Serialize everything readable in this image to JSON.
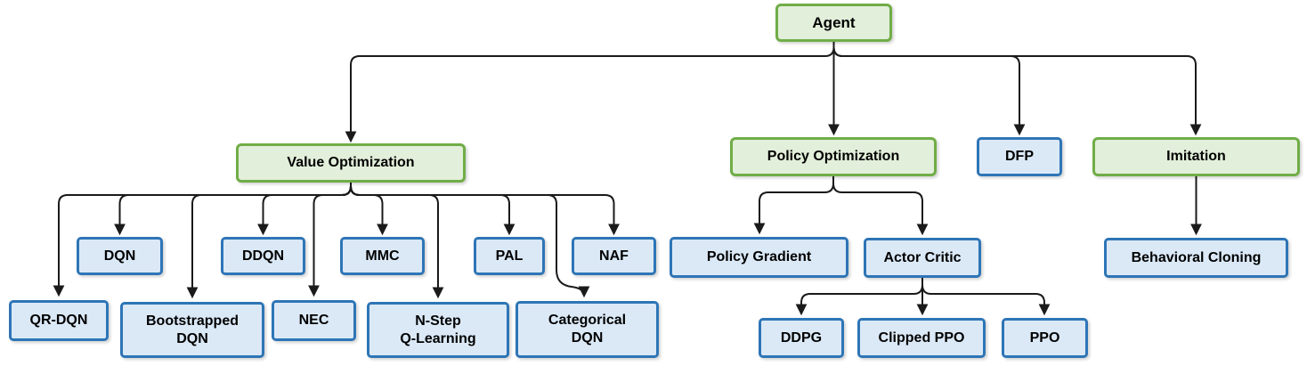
{
  "diagram": {
    "type": "hierarchy-tree",
    "description": "Reinforcement learning agent algorithm taxonomy"
  },
  "colors": {
    "category_fill": "#e2efda",
    "category_border": "#70ad47",
    "algorithm_fill": "#dbe9f7",
    "algorithm_border": "#2e75b6",
    "connector": "#1a1a1a",
    "text": "#000000"
  },
  "nodes": {
    "agent": {
      "label": "Agent",
      "kind": "category",
      "parent": null
    },
    "value_optimization": {
      "label": "Value Optimization",
      "kind": "category",
      "parent": "agent"
    },
    "policy_optimization": {
      "label": "Policy Optimization",
      "kind": "category",
      "parent": "agent"
    },
    "dfp": {
      "label": "DFP",
      "kind": "algorithm",
      "parent": "agent"
    },
    "imitation": {
      "label": "Imitation",
      "kind": "category",
      "parent": "agent"
    },
    "dqn": {
      "label": "DQN",
      "kind": "algorithm",
      "parent": "value_optimization"
    },
    "ddqn": {
      "label": "DDQN",
      "kind": "algorithm",
      "parent": "value_optimization"
    },
    "mmc": {
      "label": "MMC",
      "kind": "algorithm",
      "parent": "value_optimization"
    },
    "pal": {
      "label": "PAL",
      "kind": "algorithm",
      "parent": "value_optimization"
    },
    "naf": {
      "label": "NAF",
      "kind": "algorithm",
      "parent": "value_optimization"
    },
    "qr_dqn": {
      "label": "QR-DQN",
      "kind": "algorithm",
      "parent": "value_optimization"
    },
    "bootstrapped_dqn": {
      "label": "Bootstrapped DQN",
      "line1": "Bootstrapped",
      "line2": "DQN",
      "kind": "algorithm",
      "parent": "value_optimization"
    },
    "nec": {
      "label": "NEC",
      "kind": "algorithm",
      "parent": "value_optimization"
    },
    "n_step_q_learning": {
      "label": "N-Step Q-Learning",
      "line1": "N-Step",
      "line2": "Q-Learning",
      "kind": "algorithm",
      "parent": "value_optimization"
    },
    "categorical_dqn": {
      "label": "Categorical DQN",
      "line1": "Categorical",
      "line2": "DQN",
      "kind": "algorithm",
      "parent": "value_optimization"
    },
    "policy_gradient": {
      "label": "Policy Gradient",
      "kind": "algorithm",
      "parent": "policy_optimization"
    },
    "actor_critic": {
      "label": "Actor Critic",
      "kind": "algorithm",
      "parent": "policy_optimization"
    },
    "ddpg": {
      "label": "DDPG",
      "kind": "algorithm",
      "parent": "actor_critic"
    },
    "clipped_ppo": {
      "label": "Clipped PPO",
      "kind": "algorithm",
      "parent": "actor_critic"
    },
    "ppo": {
      "label": "PPO",
      "kind": "algorithm",
      "parent": "actor_critic"
    },
    "behavioral_cloning": {
      "label": "Behavioral Cloning",
      "kind": "algorithm",
      "parent": "imitation"
    }
  }
}
